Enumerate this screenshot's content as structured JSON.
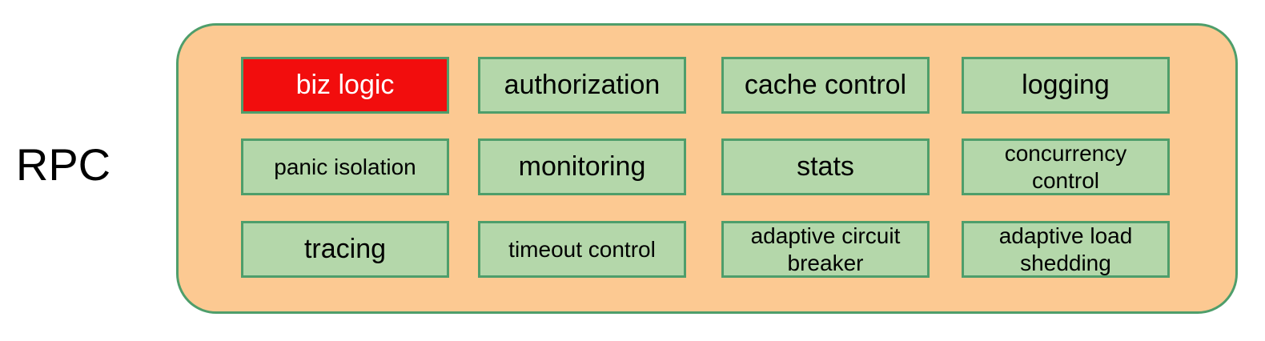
{
  "diagram": {
    "side_label": "RPC"
  },
  "colors": {
    "background": "#ffffff",
    "container_fill": "#fcc992",
    "container_border": "#4e9e6b",
    "box_fill": "#b4d7aa",
    "box_border": "#4e9e6b",
    "highlight_fill": "#f20d0d",
    "highlight_text_color": "#ffffff",
    "text_color": "#000000"
  },
  "boxes": [
    {
      "label": "biz logic",
      "highlighted": true
    },
    {
      "label": "authorization",
      "highlighted": false
    },
    {
      "label": "cache control",
      "highlighted": false
    },
    {
      "label": "logging",
      "highlighted": false
    },
    {
      "label": "panic isolation",
      "highlighted": false
    },
    {
      "label": "monitoring",
      "highlighted": false
    },
    {
      "label": "stats",
      "highlighted": false
    },
    {
      "label": "concurrency control",
      "highlighted": false
    },
    {
      "label": "tracing",
      "highlighted": false
    },
    {
      "label": "timeout control",
      "highlighted": false
    },
    {
      "label": "adaptive circuit breaker",
      "highlighted": false
    },
    {
      "label": "adaptive load shedding",
      "highlighted": false
    }
  ]
}
